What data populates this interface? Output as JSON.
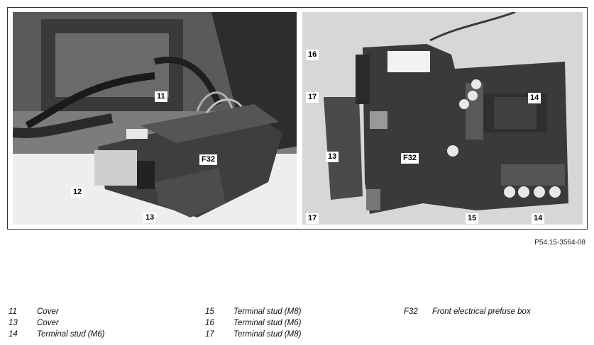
{
  "figure": {
    "left_callouts": [
      "11",
      "12",
      "F32",
      "13"
    ],
    "right_callouts": [
      "16",
      "17",
      "14",
      "13",
      "F32",
      "17",
      "15",
      "14"
    ],
    "reference": "P54.15-3564-08"
  },
  "legend": [
    {
      "num": "11",
      "text": "Cover"
    },
    {
      "num": "13",
      "text": "Cover"
    },
    {
      "num": "14",
      "text": "Terminal stud (M6)"
    },
    {
      "num": "15",
      "text": "Terminal stud (M8)"
    },
    {
      "num": "16",
      "text": "Terminal stud (M6)"
    },
    {
      "num": "17",
      "text": "Terminal stud (M8)"
    },
    {
      "num": "F32",
      "text": "Front electrical prefuse box"
    }
  ]
}
